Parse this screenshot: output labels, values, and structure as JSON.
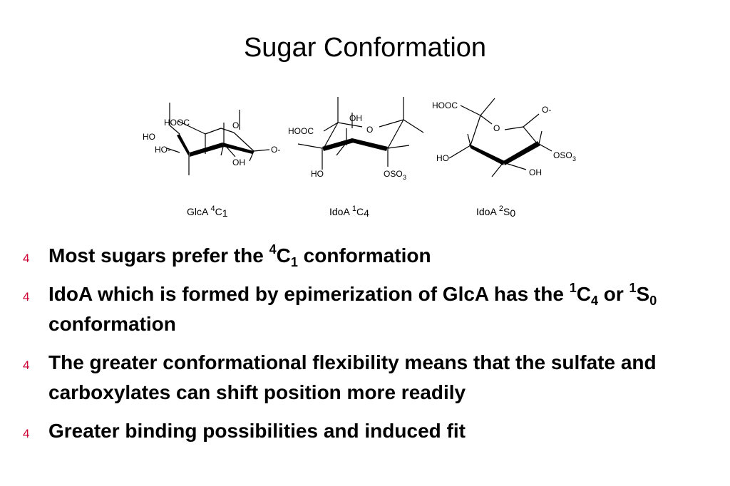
{
  "slide": {
    "title": "Sugar Conformation",
    "bullet_marker": "4",
    "accent_color": "#cc0033"
  },
  "structures": [
    {
      "caption_name": "GlcA",
      "caption_sup": "4",
      "caption_letter": "C",
      "caption_sub": "1",
      "labels": [
        "HOOC",
        "HO",
        "HO-",
        "O",
        "O-",
        "OH"
      ]
    },
    {
      "caption_name": "IdoA",
      "caption_sup": "1",
      "caption_letter": "C",
      "caption_sub": "4",
      "labels": [
        "OH",
        "HOOC",
        "O",
        "HO",
        "OSO",
        "3"
      ]
    },
    {
      "caption_name": "IdoA",
      "caption_sup": "2",
      "caption_letter": "S",
      "caption_sub": "0",
      "labels": [
        "HOOC",
        "O-",
        "O",
        "HO",
        "OSO",
        "3",
        "OH"
      ]
    }
  ],
  "bullets": [
    {
      "parts": [
        "Most sugars prefer the ",
        "4",
        "C",
        "1",
        " conformation"
      ]
    },
    {
      "parts": [
        "IdoA which is formed by epimerization of GlcA has the ",
        "1",
        "C",
        "4",
        " or ",
        "1",
        "S",
        "0",
        " conformation"
      ]
    },
    {
      "text": "The greater conformational flexibility means that the sulfate and carboxylates can shift position more readily"
    },
    {
      "text": "Greater binding possibilities and induced fit"
    }
  ]
}
